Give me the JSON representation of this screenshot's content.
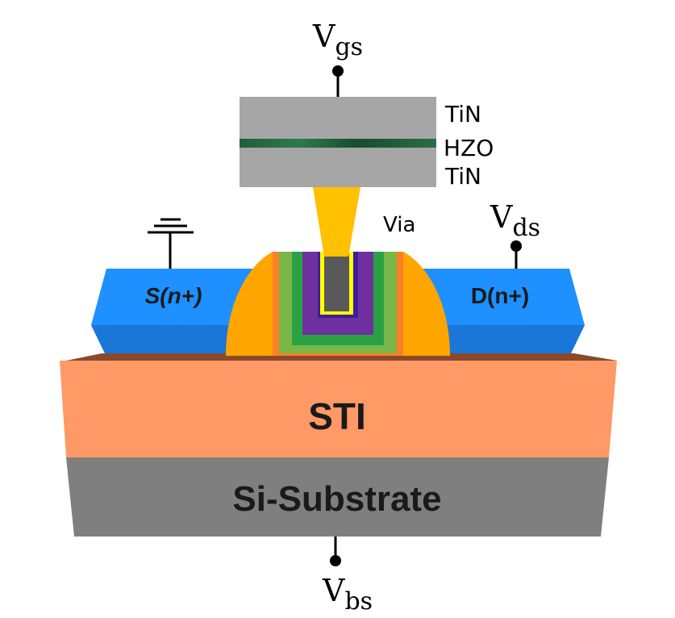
{
  "terminals": {
    "gate": {
      "base": "V",
      "sub": "gs"
    },
    "drain": {
      "base": "V",
      "sub": "ds"
    },
    "body": {
      "base": "V",
      "sub": "bs"
    }
  },
  "capacitor": {
    "top_electrode": "TiN",
    "ferroelectric": "HZO",
    "bottom_electrode": "TiN"
  },
  "via_label": "Via",
  "source_label": "S(n+)",
  "drain_label": "D(n+)",
  "sti_label": "STI",
  "substrate_label": "Si-Substrate",
  "colors": {
    "sd_blue": "#1e90ff",
    "sti_orange": "#ff9966",
    "substrate_gray": "#7f7f7f",
    "spacer_orange": "#ffa500",
    "via_yellow": "#ffc000",
    "tin_gray": "#a6a6a6",
    "hzo_green": "#1b5e35",
    "gate_purple": "#7030a0",
    "metal_gray": "#595959"
  }
}
